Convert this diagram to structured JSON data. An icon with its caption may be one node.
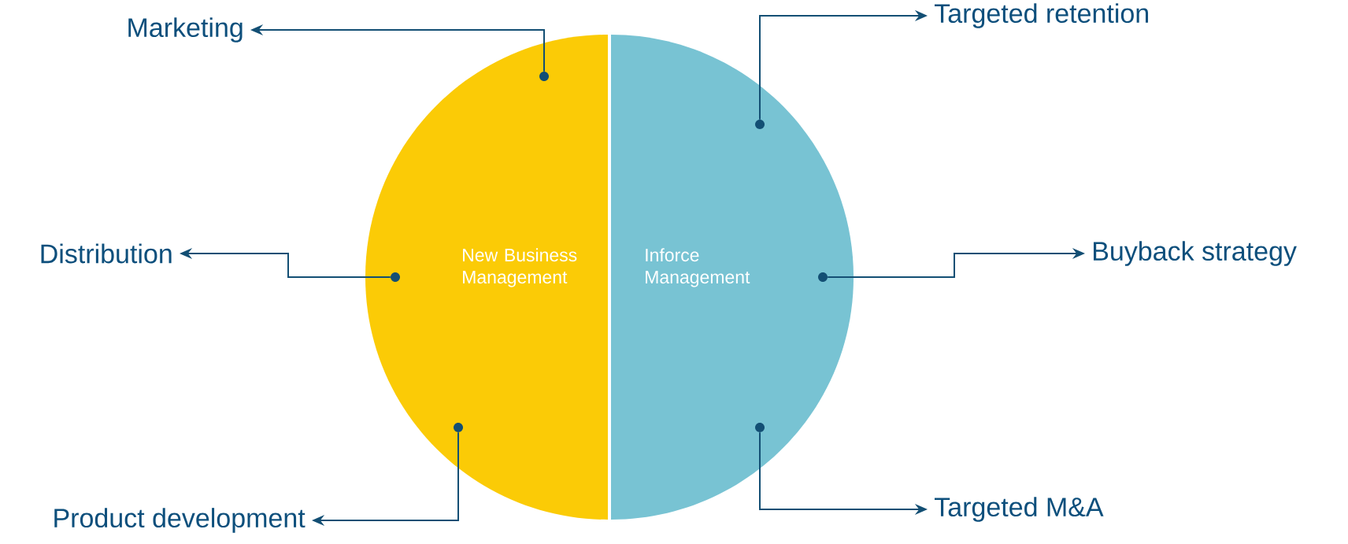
{
  "diagram": {
    "nodes": [
      {
        "text": [
          "New Business Management"
        ]
      },
      {
        "text": [
          "Inforce Management"
        ]
      },
      {
        "text": [],
        "shape": "circle",
        "in": 0
      },
      {
        "text": [],
        "shape": "circle",
        "in": 0
      },
      {
        "text": [],
        "shape": "circle",
        "in": 0
      },
      {
        "text": [],
        "shape": "circle",
        "in": 1
      },
      {
        "text": [],
        "shape": "circle",
        "in": 1
      },
      {
        "text": [],
        "shape": "circle",
        "in": 1
      },
      {
        "text": [
          "Marketing"
        ]
      },
      {
        "text": [
          "Targeted retention"
        ]
      },
      {
        "text": [
          "Distribution"
        ]
      },
      {
        "text": [
          "Buyback strategy"
        ]
      },
      {
        "text": [
          "Product development"
        ]
      },
      {
        "text": [
          "Targeted M&A"
        ]
      }
    ],
    "edges": [
      {
        "from": 2,
        "to": 8,
        "arrow": "to"
      },
      {
        "from": 3,
        "to": 10,
        "arrow": "to"
      },
      {
        "from": 4,
        "to": 12,
        "arrow": "to"
      },
      {
        "from": 5,
        "to": 9,
        "arrow": "to"
      },
      {
        "from": 6,
        "to": 11,
        "arrow": "to"
      },
      {
        "from": 7,
        "to": 13,
        "arrow": "to"
      }
    ]
  }
}
